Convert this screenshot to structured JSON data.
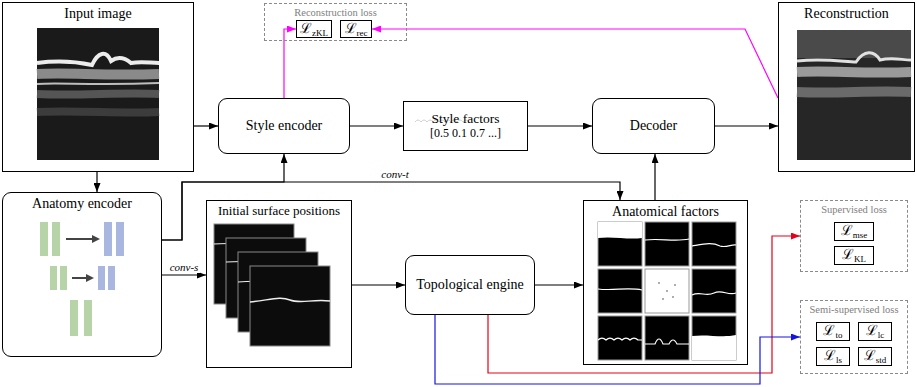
{
  "diagram": {
    "nodes": [
      {
        "text": [
          "Input image"
        ]
      },
      {
        "text": [
          "Reconstruction loss"
        ]
      },
      {
        "text": [
          "ℒzKL"
        ],
        "in": 1
      },
      {
        "text": [
          "ℒrec"
        ],
        "in": 1
      },
      {
        "text": [
          "Style encoder"
        ]
      },
      {
        "text": [
          "Style factors",
          "[0.5 0.1 0.7 ...]"
        ]
      },
      {
        "text": [
          "Decoder"
        ]
      },
      {
        "text": [
          "Reconstruction"
        ]
      },
      {
        "text": [
          "Anatomy encoder"
        ]
      },
      {
        "text": [
          "Initial surface positions"
        ]
      },
      {
        "text": [
          "Topological engine"
        ]
      },
      {
        "text": [
          "Anatomical factors"
        ]
      },
      {
        "text": [
          "Supervised loss"
        ]
      },
      {
        "text": [
          "ℒmse"
        ],
        "in": 12
      },
      {
        "text": [
          "ℒKL"
        ],
        "in": 12
      },
      {
        "text": [
          "Semi-supervised loss"
        ]
      },
      {
        "text": [
          "ℒto"
        ],
        "in": 15
      },
      {
        "text": [
          "ℒlc"
        ],
        "in": 15
      },
      {
        "text": [
          "ℒls"
        ],
        "in": 15
      },
      {
        "text": [
          "ℒstd"
        ],
        "in": 15
      }
    ],
    "edges": [
      {
        "from": 0,
        "to": 4,
        "arrow": "to"
      },
      {
        "from": 0,
        "to": 8,
        "arrow": "to"
      },
      {
        "from": 4,
        "to": 5,
        "arrow": "to"
      },
      {
        "from": 5,
        "to": 6,
        "arrow": "to"
      },
      {
        "from": 6,
        "to": 7,
        "arrow": "to"
      },
      {
        "from": 4,
        "to": 2,
        "arrow": "to"
      },
      {
        "from": 7,
        "to": 3,
        "arrow": "to"
      },
      {
        "from": 8,
        "to": 4,
        "arrow": "to"
      },
      {
        "from": 8,
        "to": 11,
        "label": "conv-t",
        "arrow": "to"
      },
      {
        "from": 8,
        "to": 9,
        "label": "conv-s",
        "arrow": "to"
      },
      {
        "from": 9,
        "to": 10,
        "arrow": "to"
      },
      {
        "from": 10,
        "to": 11,
        "arrow": "to"
      },
      {
        "from": 11,
        "to": 6,
        "arrow": "to"
      },
      {
        "from": 10,
        "to": 12,
        "arrow": "to"
      },
      {
        "from": 10,
        "to": 15,
        "arrow": "to"
      }
    ]
  }
}
